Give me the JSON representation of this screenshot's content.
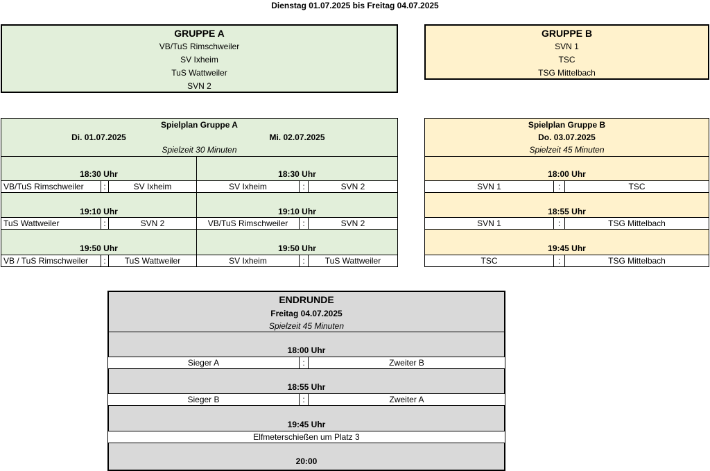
{
  "header": {
    "date_range": "Dienstag 01.07.2025 bis Freitag  04.07.2025"
  },
  "gruppe_a": {
    "title": "GRUPPE A",
    "teams": [
      "VB/TuS Rimschweiler",
      "SV Ixheim",
      "TuS Wattweiler",
      "SVN 2"
    ]
  },
  "gruppe_b": {
    "title": "GRUPPE B",
    "teams": [
      "SVN 1",
      "TSC",
      "TSG Mittelbach"
    ]
  },
  "spielplan_a": {
    "title": "Spielplan Gruppe A",
    "day1": "Di. 01.07.2025",
    "day2": "Mi. 02.07.2025",
    "spielzeit": "Spielzeit 30 Minuten",
    "day1_games": [
      {
        "time": "18:30 Uhr",
        "home": "VB/TuS Rimschweiler",
        "sep": ":",
        "away": "SV Ixheim"
      },
      {
        "time": "19:10 Uhr",
        "home": "TuS Wattweiler",
        "sep": ":",
        "away": "SVN 2"
      },
      {
        "time": "19:50 Uhr",
        "home": "VB / TuS Rimschweiler",
        "sep": ":",
        "away": "TuS Wattweiler"
      }
    ],
    "day2_games": [
      {
        "time": "18:30 Uhr",
        "home": "SV Ixheim",
        "sep": ":",
        "away": "SVN 2"
      },
      {
        "time": "19:10 Uhr",
        "home": "VB/TuS Rimschweiler",
        "sep": ":",
        "away": "SVN 2"
      },
      {
        "time": "19:50 Uhr",
        "home": "SV Ixheim",
        "sep": ":",
        "away": "TuS Wattweiler"
      }
    ]
  },
  "spielplan_b": {
    "title": "Spielplan Gruppe B",
    "day": "Do. 03.07.2025",
    "spielzeit": "Spielzeit 45 Minuten",
    "games": [
      {
        "time": "18:00 Uhr",
        "home": "SVN 1",
        "sep": ":",
        "away": "TSC"
      },
      {
        "time": "18:55 Uhr",
        "home": "SVN 1",
        "sep": ":",
        "away": "TSG Mittelbach"
      },
      {
        "time": "19:45 Uhr",
        "home": "TSC",
        "sep": ":",
        "away": "TSG Mittelbach"
      }
    ]
  },
  "endrunde": {
    "title": "ENDRUNDE",
    "day": "Freitag 04.07.2025",
    "spielzeit": "Spielzeit 45 Minuten",
    "games": [
      {
        "time": "18:00 Uhr",
        "home": "Sieger A",
        "sep": ":",
        "away": "Zweiter B"
      },
      {
        "time": "18:55 Uhr",
        "home": "Sieger B",
        "sep": ":",
        "away": "Zweiter A"
      }
    ],
    "penalty": {
      "time": "19:45 Uhr",
      "text": "Elfmeterschießen um Platz 3"
    },
    "final_time": "20:00"
  }
}
